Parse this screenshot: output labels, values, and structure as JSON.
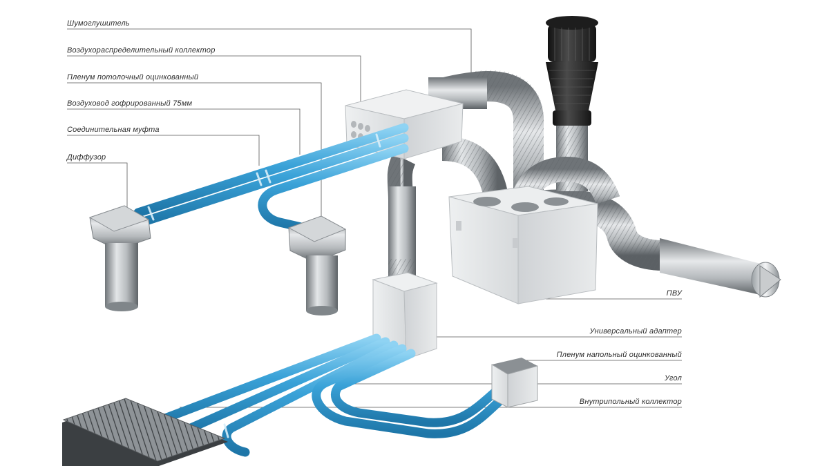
{
  "labels_left": [
    {
      "id": "muffler",
      "text": "Шумоглушитель"
    },
    {
      "id": "collector",
      "text": "Воздухораспределительный коллектор"
    },
    {
      "id": "ceiling-plenum",
      "text": "Пленум потолочный оцинкованный"
    },
    {
      "id": "duct",
      "text": "Воздуховод гофрированный 75мм"
    },
    {
      "id": "coupling",
      "text": "Соединительная муфта"
    },
    {
      "id": "diffuser",
      "text": "Диффузор"
    }
  ],
  "labels_right": [
    {
      "id": "pvu",
      "text": "ПВУ"
    },
    {
      "id": "adapter",
      "text": "Универсальный адаптер"
    },
    {
      "id": "floor-plenum",
      "text": "Пленум напольный оцинкованный"
    },
    {
      "id": "angle",
      "text": "Угол"
    },
    {
      "id": "box-collector",
      "text": "Внутрипольный коллектор"
    }
  ],
  "colors": {
    "duct_blue": "#3aa2d8",
    "duct_blue_light": "#8fd3f3",
    "duct_blue_dark": "#1e76a8",
    "metal_light": "#d9dcde",
    "metal_dark": "#7f8589",
    "box_white": "#f2f3f4",
    "muffler_black": "#2a2a2a",
    "leader_line": "#555555"
  }
}
